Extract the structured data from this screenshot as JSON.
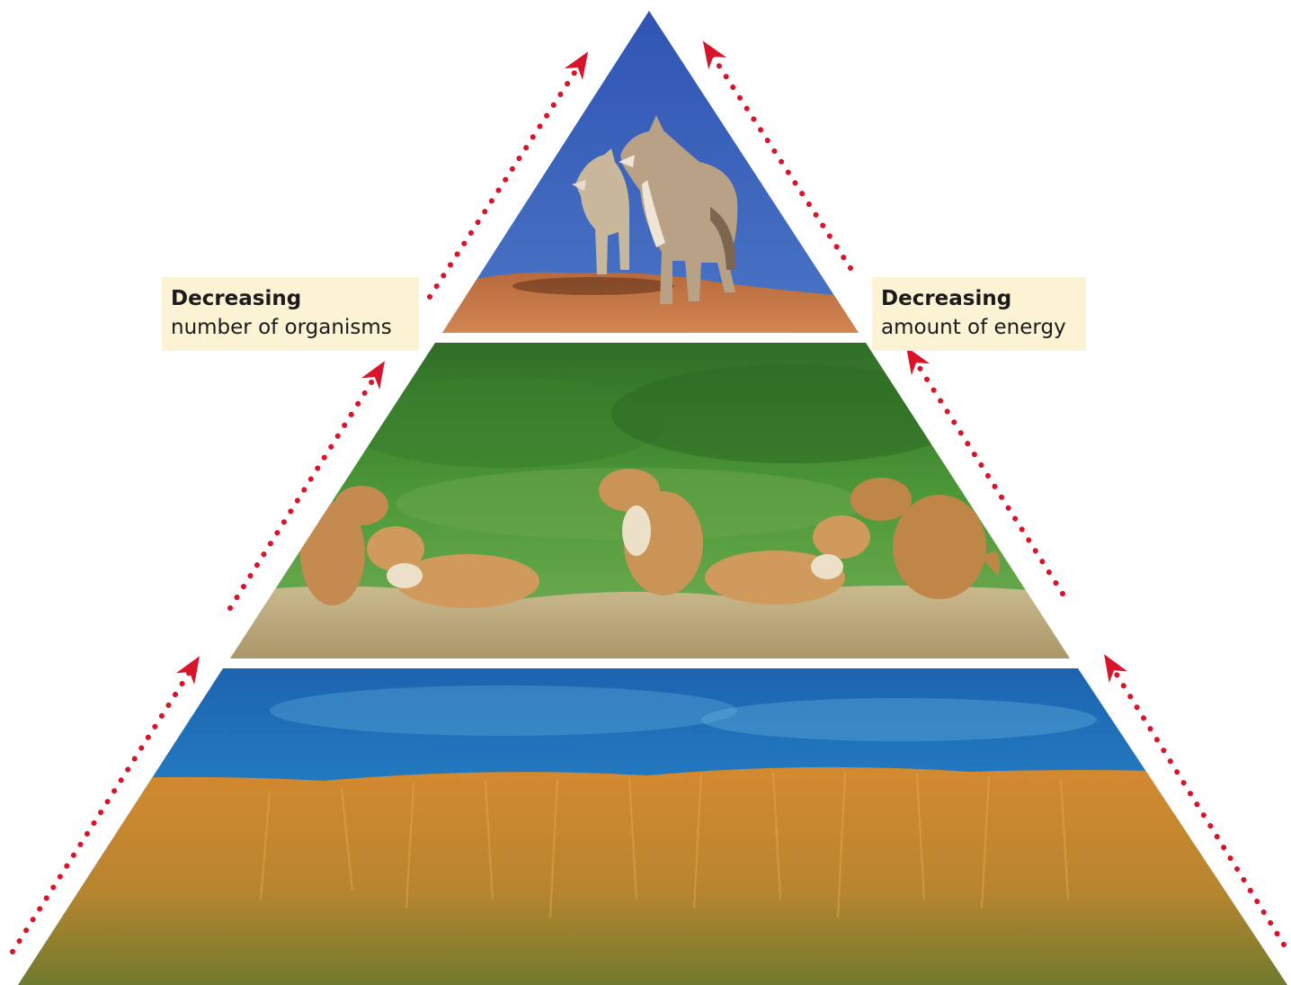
{
  "labels": {
    "left": {
      "heading": "Decreasing",
      "text": "number of organisms"
    },
    "right": {
      "heading": "Decreasing",
      "text": "amount of energy"
    }
  },
  "tiers": [
    {
      "level": "top",
      "scene": "wolves-coyotes-on-rock",
      "sky_color": "#3f63b8"
    },
    {
      "level": "middle",
      "scene": "prairie-dogs-on-mound",
      "background_color": "#3f8a2c"
    },
    {
      "level": "bottom",
      "scene": "prairie-grassland",
      "sky_color": "#1f84c6",
      "grass_color": "#c9842e"
    }
  ],
  "colors": {
    "arrow": "#d8132a",
    "label_bg": "#fbf3d3"
  }
}
